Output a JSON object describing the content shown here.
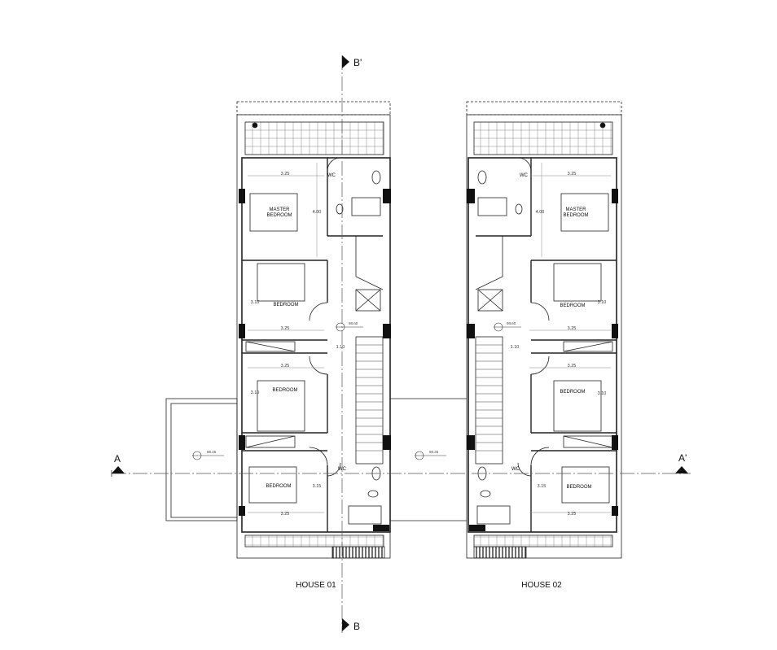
{
  "section_marks": {
    "a_left": "A",
    "a_right": "A'",
    "b_top": "B'",
    "b_bottom": "B"
  },
  "houses": [
    {
      "label": "HOUSE 01",
      "rooms": {
        "master": "MASTER",
        "master2": "BEDROOM",
        "bed1": "BEDROOM",
        "bed2": "BEDROOM",
        "bed3": "BEDROOM",
        "wc_top": "WC",
        "wc_bottom": "WC"
      },
      "dims": {
        "d_325_a": "3.25",
        "d_400": "4.00",
        "d_310_a": "3.10",
        "d_325_b": "3.25",
        "d_110": "1.10",
        "d_325_c": "3.25",
        "d_310_b": "3.10",
        "d_315": "3.15",
        "d_325_d": "3.25"
      },
      "level": "98.60"
    },
    {
      "label": "HOUSE 02",
      "rooms": {
        "master": "MASTER",
        "master2": "BEDROOM",
        "bed1": "BEDROOM",
        "bed2": "BEDROOM",
        "bed3": "BEDROOM",
        "wc_top": "WC",
        "wc_bottom": "WC"
      },
      "dims": {
        "d_325_a": "3.25",
        "d_400": "4.00",
        "d_310_a": "3.10",
        "d_325_b": "3.25",
        "d_110": "1.10",
        "d_325_c": "3.25",
        "d_310_b": "3.10",
        "d_315": "3.15",
        "d_325_d": "3.25"
      },
      "level": "98.60"
    }
  ],
  "ext_levels": {
    "left": "98.25",
    "mid": "98.25"
  },
  "colors": {
    "line": "#222222",
    "wall": "#111111",
    "grid": "#555555",
    "dim": "#777777"
  }
}
